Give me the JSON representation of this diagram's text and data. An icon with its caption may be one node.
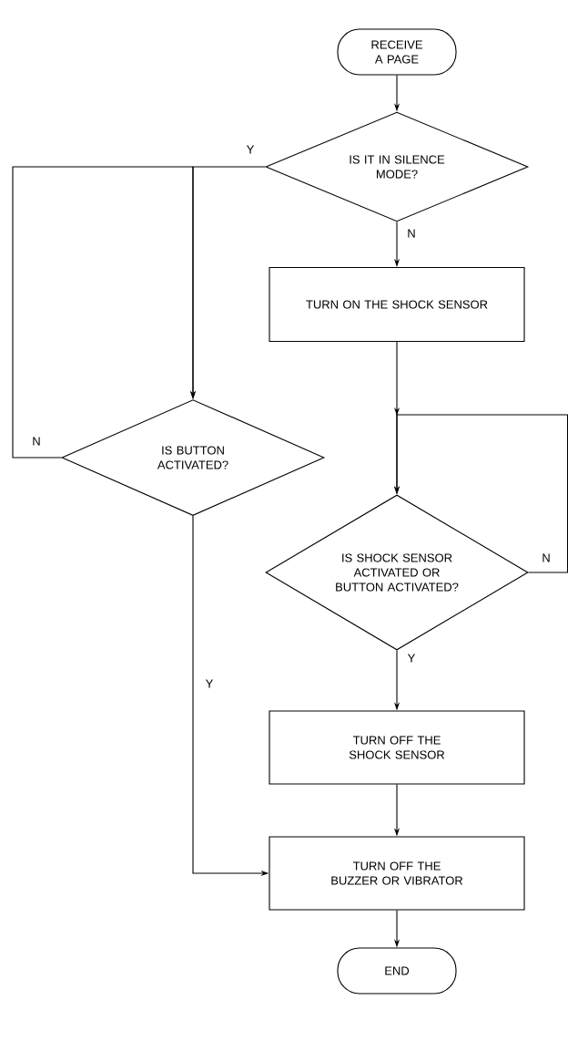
{
  "diagram": {
    "nodes": [
      {
        "text": [
          "RECEIVE A PAGE"
        ]
      },
      {
        "text": [
          "IS IT IN SILENCE MODE?"
        ]
      },
      {
        "text": [
          "TURN ON THE SHOCK SENSOR"
        ]
      },
      {
        "text": [
          "IS BUTTON ACTIVATED?"
        ]
      },
      {
        "text": [
          "IS SHOCK SENSOR ACTIVATED OR BUTTON ACTIVATED?"
        ]
      },
      {
        "text": [
          "TURN OFF THE SHOCK SENSOR"
        ]
      },
      {
        "text": [
          "TURN OFF THE BUZZER OR VIBRATOR"
        ]
      },
      {
        "text": [
          "END"
        ]
      }
    ],
    "edges": [
      {
        "from": 0,
        "to": 1,
        "arrow": "to"
      },
      {
        "from": 1,
        "to": 2,
        "arrow": "to",
        "label": "N"
      },
      {
        "from": 1,
        "to": 3,
        "arrow": "to",
        "label": "Y"
      },
      {
        "from": 3,
        "to": 3,
        "arrow": "to",
        "label": "N"
      },
      {
        "from": 2,
        "to": 4,
        "arrow": "to"
      },
      {
        "from": 4,
        "to": 4,
        "arrow": "to",
        "label": "N"
      },
      {
        "from": 4,
        "to": 5,
        "arrow": "to",
        "label": "Y"
      },
      {
        "from": 5,
        "to": 6,
        "arrow": "to"
      },
      {
        "from": 3,
        "to": 6,
        "arrow": "to",
        "label": "Y"
      },
      {
        "from": 6,
        "to": 7,
        "arrow": "to"
      }
    ]
  }
}
